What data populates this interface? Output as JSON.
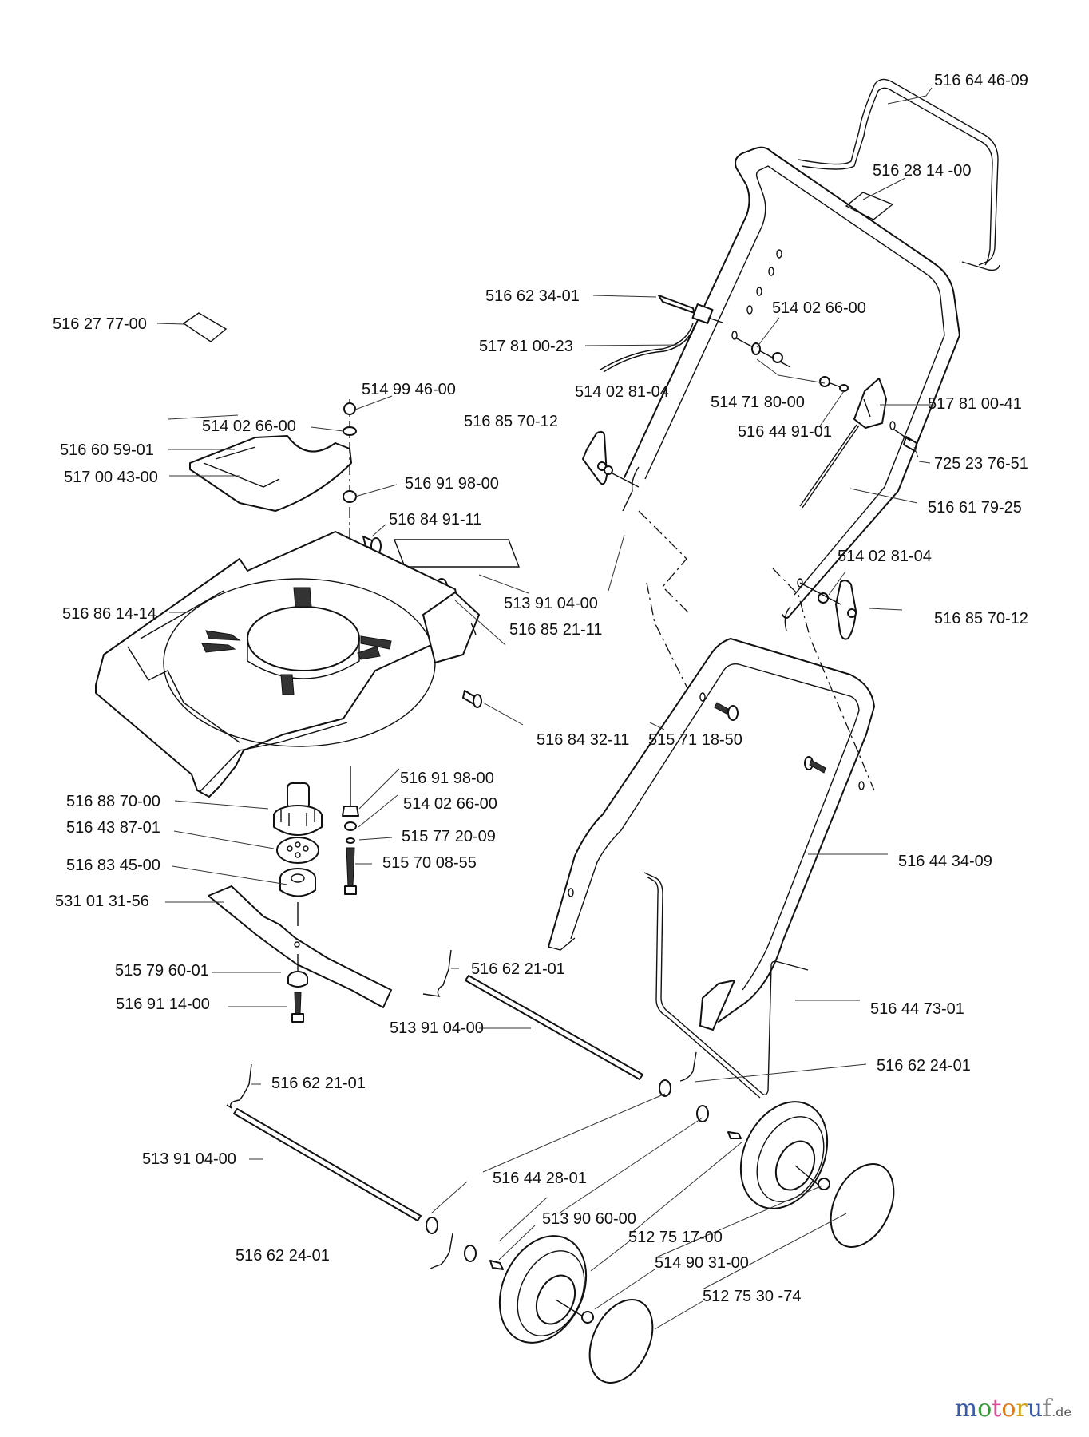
{
  "diagram": {
    "title": "Lawn mower exploded parts diagram",
    "labels": {
      "handle_bar_upper": "516 64 46-09",
      "decal_handle": "516 28 14 -00",
      "cable_adjuster": "516 62 34-01",
      "cable": "517 81 00-23",
      "decal_loose": "516 27 77-00",
      "washer_handle_top": "514 02 66-00",
      "nut_cover": "514 99 46-00",
      "washer_knob_left": "514 02 81-04",
      "nut_pair": "514 71 80-00",
      "washer_switch": "516 44 91-01",
      "switch_box": "517 81 00-41",
      "washer_cover": "514 02 66-00",
      "knob_left": "516 85 70-12",
      "screw_switch": "725 23 76-51",
      "cover": "516 60 59-01",
      "upper_handle": "516 61 79-25",
      "decal_cover": "517 00 43-00",
      "bushing_top": "516 91 98-00",
      "plug_top": "516 84 91-11",
      "washer_knob_right": "514 02 81-04",
      "decal_deck": "513 91 04-00",
      "deck": "516 86 14-14",
      "knob_right": "516 85 70-12",
      "pin_deck": "516 85 21-11",
      "pin_side": "516 84 32-11",
      "screw_handle": "515 71 18-50",
      "bushing_mid": "516 91 98-00",
      "motor": "516 88 70-00",
      "washer_mid": "514 02 66-00",
      "fan_plate": "516 43 87-01",
      "lock_washer": "515 77 20-09",
      "blade_hub": "516 83 45-00",
      "bolt_long": "515 70 08-55",
      "lower_handle": "516 44 34-09",
      "blade": "531 01 31-56",
      "blade_washer": "515 79 60-01",
      "spring_rear": "516 62 21-01",
      "blade_bolt": "516 91 14-00",
      "grass_catcher_frame": "516 44 73-01",
      "axle_rear": "513 91 04-00",
      "spring_right": "516 62 24-01",
      "spring_front": "516 62 21-01",
      "axle_front": "513 91 04-00",
      "washer_wheel": "516 44 28-01",
      "wheel_bushing": "513 90 60-00",
      "wheel": "512 75 17-00",
      "spring_front_lower": "516 62 24-01",
      "wheel_nut": "514 90 31-00",
      "hub_cap": "512 75 30 -74"
    }
  },
  "watermark": {
    "brand": "motoruf",
    "tld": ".de",
    "colors": [
      "#3b5ba9",
      "#3a9a3a",
      "#e04a9a",
      "#e07a1a",
      "#d4a012",
      "#3b5ba9",
      "#888888"
    ]
  }
}
